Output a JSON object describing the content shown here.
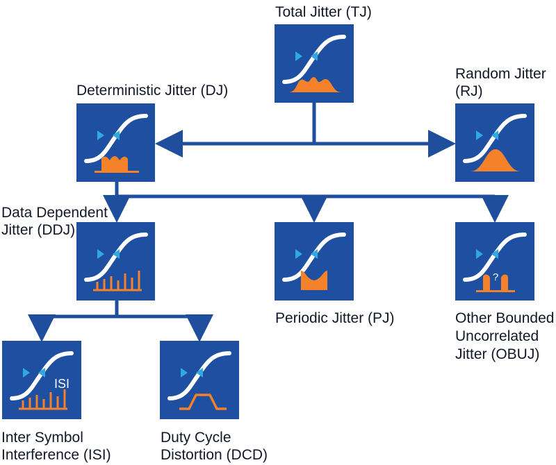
{
  "labels": {
    "tj": "Total Jitter (TJ)",
    "dj": "Deterministic Jitter (DJ)",
    "rj_1": "Random Jitter",
    "rj_2": "(RJ)",
    "ddj_1": "Data Dependent",
    "ddj_2": "Jitter (DDJ)",
    "pj": "Periodic Jitter (PJ)",
    "obuj_1": "Other Bounded",
    "obuj_2": "Uncorrelated",
    "obuj_3": "Jitter (OBUJ)",
    "isi_1": "Inter Symbol",
    "isi_2": "Interference (ISI)",
    "dcd_1": "Duty Cycle",
    "dcd_2": "Distortion (DCD)",
    "isi_icon_text": "ISI",
    "obuj_icon_text": "?"
  },
  "colors": {
    "tile": "#1e4fa0",
    "connector": "#1f4e9c",
    "curve": "#ffffff",
    "marker": "#2fa9e0",
    "distribution": "#f5822a",
    "text": "#111827"
  }
}
